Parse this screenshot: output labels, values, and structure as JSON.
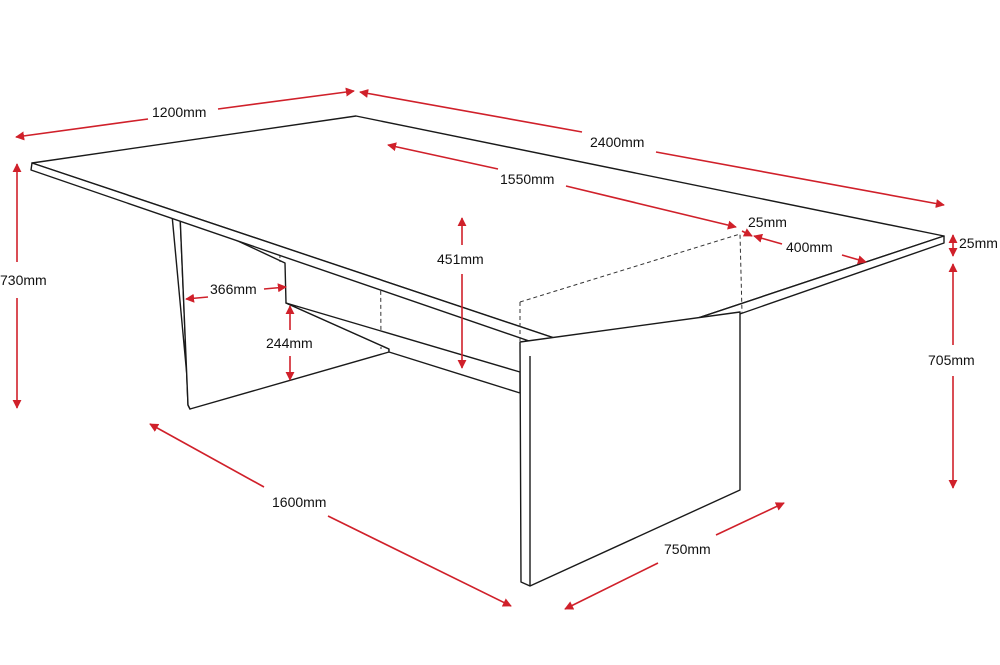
{
  "accent_color": "#d0202a",
  "labels": {
    "top_width": "1200mm",
    "top_length": "2400mm",
    "inner_length": "1550mm",
    "leg_thickness": "25mm",
    "overhang": "400mm",
    "top_thickness": "25mm",
    "overall_height": "730mm",
    "leg_height": "705mm",
    "beam_height": "451mm",
    "leg_inset": "366mm",
    "beam_drop": "244mm",
    "leg_span": "1600mm",
    "leg_depth": "750mm"
  }
}
